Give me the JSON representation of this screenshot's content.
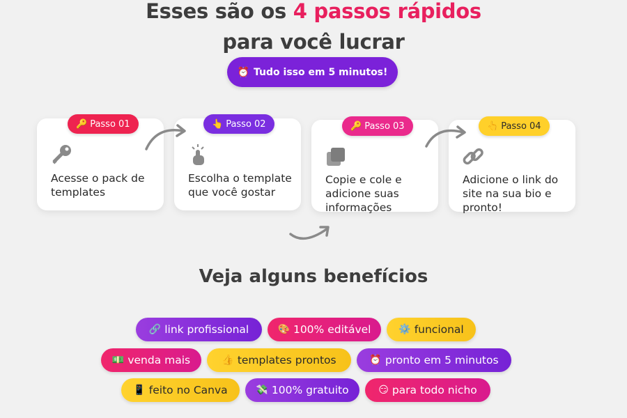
{
  "header": {
    "title_pre": "Esses são os ",
    "title_highlight": "4 passos rápidos",
    "title_line2": "para você lucrar",
    "pill_icon": "⏰",
    "pill_label": "Tudo isso em 5 minutos!"
  },
  "steps": [
    {
      "badge_icon": "🔑",
      "badge": "Passo 01",
      "icon": "key-icon",
      "text": "Acesse o pack de templates"
    },
    {
      "badge_icon": "👆",
      "badge": "Passo 02",
      "icon": "tap-icon",
      "text": "Escolha o template que você gostar"
    },
    {
      "badge_icon": "🔑",
      "badge": "Passo 03",
      "icon": "copy-icon",
      "text": "Copie e cole e adicione suas informações"
    },
    {
      "badge_icon": "👆",
      "badge": "Passo 04",
      "icon": "link-icon",
      "text": "Adicione o link do site na sua bio e pronto!"
    }
  ],
  "benefits_title": "Veja alguns benefícios",
  "benefits": [
    {
      "emoji": "🔗",
      "label": "link profissional"
    },
    {
      "emoji": "🎨",
      "label": "100% editável"
    },
    {
      "emoji": "⚙️",
      "label": "funcional"
    },
    {
      "emoji": "💵",
      "label": "venda mais"
    },
    {
      "emoji": "👍",
      "label": "templates prontos"
    },
    {
      "emoji": "⏰",
      "label": "pronto em 5 minutos"
    },
    {
      "emoji": "📱",
      "label": "feito no Canva"
    },
    {
      "emoji": "💸",
      "label": "100% gratuito"
    },
    {
      "emoji": "😏",
      "label": "para todo nicho"
    }
  ],
  "colors": {
    "pink": "#e8205e",
    "purple": "#7b22d9",
    "yellow": "#f7c21a",
    "background": "#f1f1f1"
  }
}
